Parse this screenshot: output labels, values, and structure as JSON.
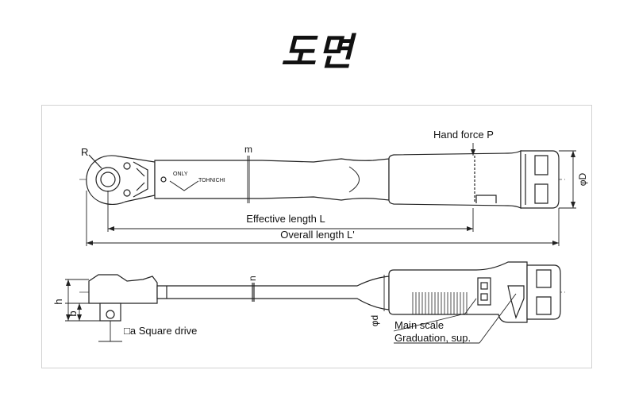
{
  "title": "도면",
  "top_view": {
    "radius_label": "R",
    "m_label": "m",
    "brand_only": "ONLY",
    "brand_name": "TOHNICHI",
    "hand_force": "Hand force P",
    "diameter_D": "φD",
    "effective_length": "Effective length L",
    "overall_length": "Overall length L'"
  },
  "side_view": {
    "n_label": "n",
    "h_label": "h",
    "b_label": "b",
    "square_drive": "□a Square drive",
    "diameter_d": "φd",
    "main_scale": "Main scale",
    "graduation": "Graduation, sup."
  }
}
